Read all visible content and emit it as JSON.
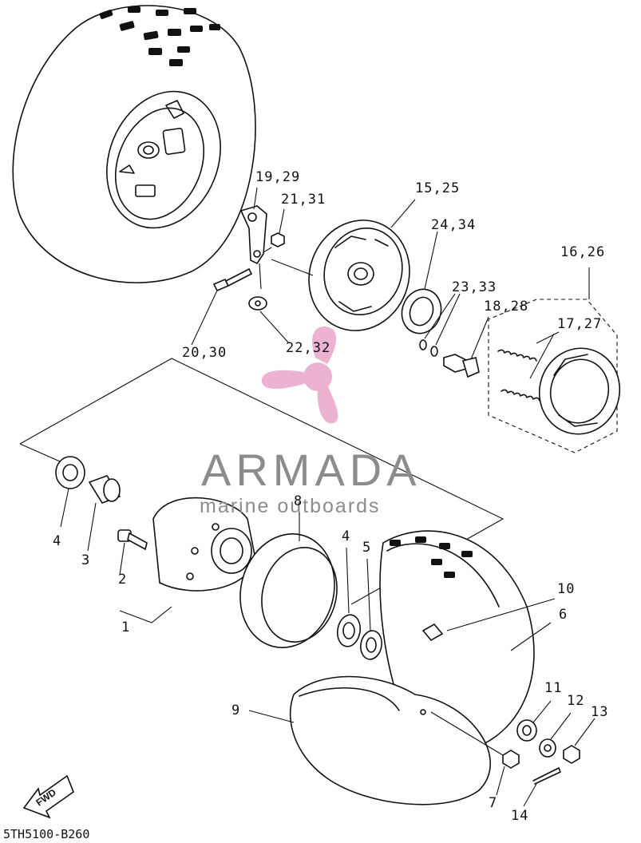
{
  "diagram": {
    "labels": {
      "l1": "1",
      "l2": "2",
      "l3": "3",
      "l4a": "4",
      "l4b": "4",
      "l5": "5",
      "l6": "6",
      "l7": "7",
      "l8": "8",
      "l9": "9",
      "l10": "10",
      "l11": "11",
      "l12": "12",
      "l13": "13",
      "l14": "14",
      "l15_25": "15,25",
      "l16_26": "16,26",
      "l17_27": "17,27",
      "l18_28": "18,28",
      "l19_29": "19,29",
      "l20_30": "20,30",
      "l21_31": "21,31",
      "l22_32": "22,32",
      "l23_33": "23,33",
      "l24_34": "24,34"
    },
    "drawing_code": "5TH5100-B260",
    "direction_badge": "FWD"
  },
  "watermark": {
    "brand": "ARMADA",
    "tagline": "marine outboards",
    "logo_icon": "propeller-icon",
    "logo_color": "#e8a6c8",
    "text_color": "#8c8c8c"
  }
}
